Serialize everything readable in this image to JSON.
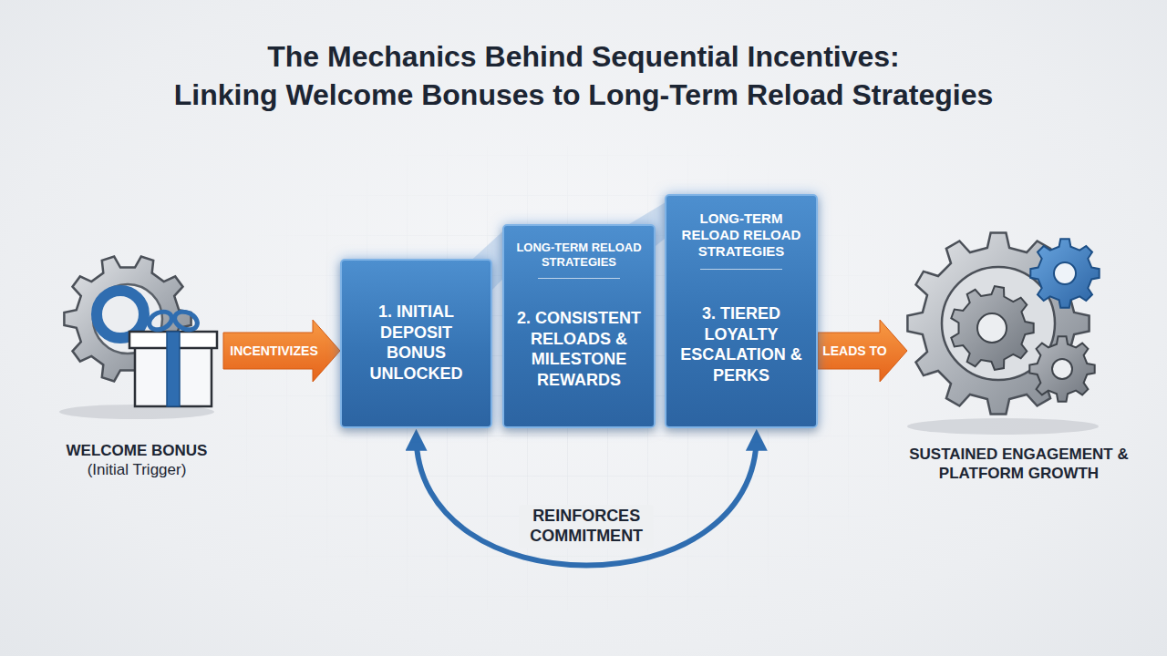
{
  "diagram": {
    "title": "The Mechanics Behind Sequential Incentives: Linking Welcome Bonuses to Long-Term Reload Strategies",
    "nodes": [
      {
        "text": [
          "WELCOME BONUS",
          "(Initial Trigger)"
        ]
      },
      {
        "text": [
          "1. INITIAL DEPOSIT BONUS UNLOCKED"
        ]
      },
      {
        "text": [
          "LONG-TERM RELOAD STRATEGIES",
          "2. CONSISTENT RELOADS & MILESTONE REWARDS"
        ]
      },
      {
        "text": [
          "LONG-TERM RELOAD RELOAD STRATEGIES",
          "3. TIERED LOYALTY ESCALATION & PERKS"
        ]
      },
      {
        "text": [
          "SUSTAINED ENGAGEMENT & PLATFORM GROWTH"
        ]
      }
    ],
    "edges": [
      {
        "from": 0,
        "to": 1,
        "label": "INCENTIVIZES",
        "arrow": "to"
      },
      {
        "from": 3,
        "to": 4,
        "label": "LEADS TO",
        "arrow": "to"
      },
      {
        "from": 1,
        "to": 3,
        "label": "REINFORCES COMMITMENT",
        "arrow": "both"
      }
    ]
  }
}
